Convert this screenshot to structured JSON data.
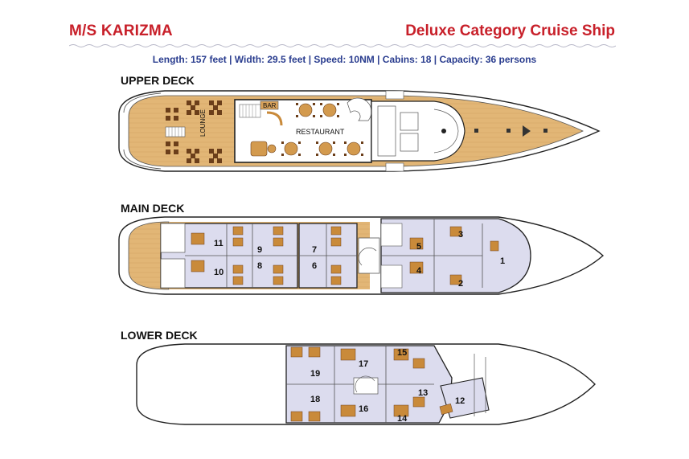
{
  "header": {
    "ship_name": "M/S KARIZMA",
    "category": "Deluxe Category Cruise Ship",
    "specs": "Length: 157 feet | Width: 29.5 feet | Speed: 10NM | Cabins: 18 | Capacity: 36 persons"
  },
  "decks": {
    "upper": {
      "label": "UPPER DECK",
      "lounge": "LOUNGE",
      "bar": "BAR",
      "restaurant": "RESTAURANT"
    },
    "main": {
      "label": "MAIN DECK",
      "cabins": [
        "11",
        "10",
        "9",
        "8",
        "7",
        "6",
        "5",
        "4",
        "3",
        "2",
        "1"
      ]
    },
    "lower": {
      "label": "LOWER DECK",
      "cabins": [
        "19",
        "18",
        "17",
        "16",
        "15",
        "14",
        "13",
        "12"
      ]
    }
  },
  "colors": {
    "title": "#c8202a",
    "specs": "#2a3d8f",
    "deck_wood": "#e2b676",
    "cabin_floor": "#dcdcee",
    "furniture": "#c98a3a"
  }
}
